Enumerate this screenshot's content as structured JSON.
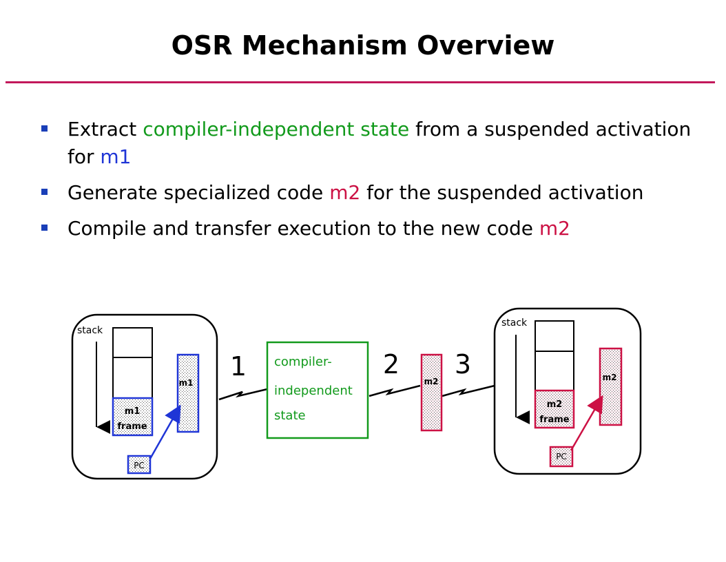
{
  "title": "OSR Mechanism Overview",
  "bullets": [
    {
      "b1_a": "Extract ",
      "b1_b": "compiler-independent state",
      "b1_c": " from a suspended activation for ",
      "b1_d": "m1"
    },
    {
      "b2_a": "Generate specialized code ",
      "b2_b": "m2",
      "b2_c": " for the suspended activation"
    },
    {
      "b3_a": "Compile and transfer execution to the new code ",
      "b3_b": "m2"
    }
  ],
  "diagram": {
    "left": {
      "stack_label": "stack",
      "frame_label_1": "m1",
      "frame_label_2": "frame",
      "pc_label": "PC",
      "code_label": "m1"
    },
    "middle": {
      "state_line1": "compiler-",
      "state_line2": "independent",
      "state_line3": "state",
      "code_label": "m2"
    },
    "right": {
      "stack_label": "stack",
      "frame_label_1": "m2",
      "frame_label_2": "frame",
      "pc_label": "PC",
      "code_label": "m2"
    },
    "steps": [
      "1",
      "2",
      "3"
    ]
  },
  "colors": {
    "accent_rule": "#c2185b",
    "green": "#129a1c",
    "blue": "#1f35d6",
    "red": "#cc1144",
    "bullet": "#1a3fb8"
  }
}
